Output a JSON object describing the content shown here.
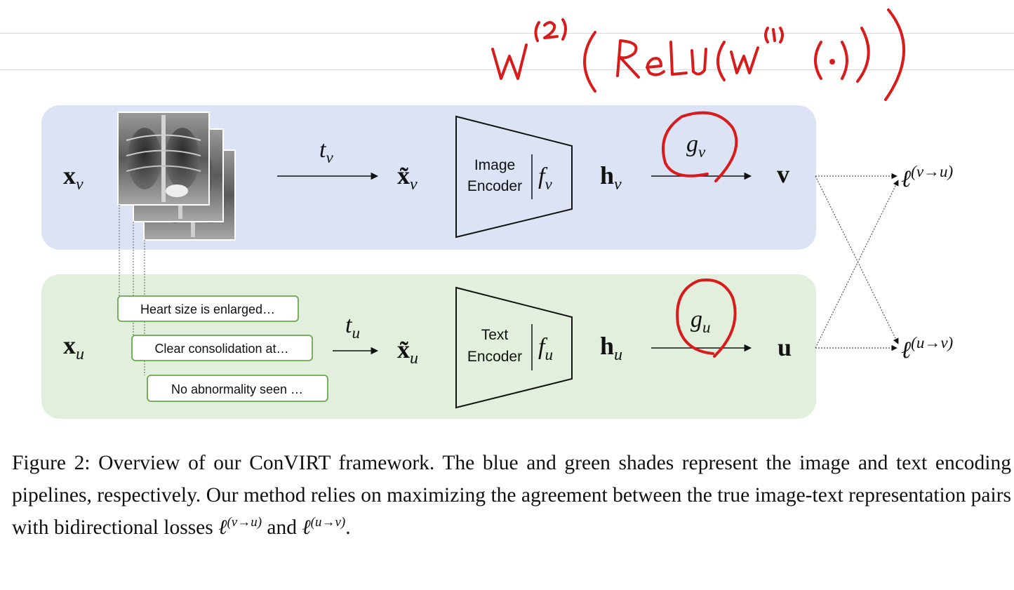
{
  "handwriting": {
    "formula": "W⁽²⁾( ReLU( W⁽¹⁾(·)))"
  },
  "image_branch": {
    "input": "x",
    "input_sub": "v",
    "transform": "t",
    "transform_sub": "v",
    "augmented": "x̃",
    "augmented_sub": "v",
    "encoder_line1": "Image",
    "encoder_line2": "Encoder",
    "encoder_fn": "f",
    "encoder_fn_sub": "v",
    "hidden": "h",
    "hidden_sub": "v",
    "projection": "g",
    "projection_sub": "v",
    "output": "v"
  },
  "text_branch": {
    "input": "x",
    "input_sub": "u",
    "reports": [
      "Heart size is enlarged…",
      "Clear consolidation at…",
      "No abnormality seen …"
    ],
    "transform": "t",
    "transform_sub": "u",
    "augmented": "x̃",
    "augmented_sub": "u",
    "encoder_line1": "Text",
    "encoder_line2": "Encoder",
    "encoder_fn": "f",
    "encoder_fn_sub": "u",
    "hidden": "h",
    "hidden_sub": "u",
    "projection": "g",
    "projection_sub": "u",
    "output": "u"
  },
  "losses": {
    "symbol": "ℓ",
    "image_to_text": "(v→u)",
    "text_to_image": "(u→v)"
  },
  "caption": {
    "part1": "Figure 2: Overview of our ConVIRT framework. The blue and green shades represent the image and text encoding pipelines, respectively. Our method relies on maximizing the agreement between the true image-text representation pairs with bidirectional losses ",
    "loss1_symbol": "ℓ",
    "loss1_sup": "(v→u)",
    "part2": " and ",
    "loss2_symbol": "ℓ",
    "loss2_sup": "(u→v)",
    "part3": "."
  },
  "colors": {
    "image_panel": "#dce3f4",
    "text_panel": "#e2efdc",
    "report_border": "#6aa84f",
    "annotation_red": "#d81b1b"
  }
}
